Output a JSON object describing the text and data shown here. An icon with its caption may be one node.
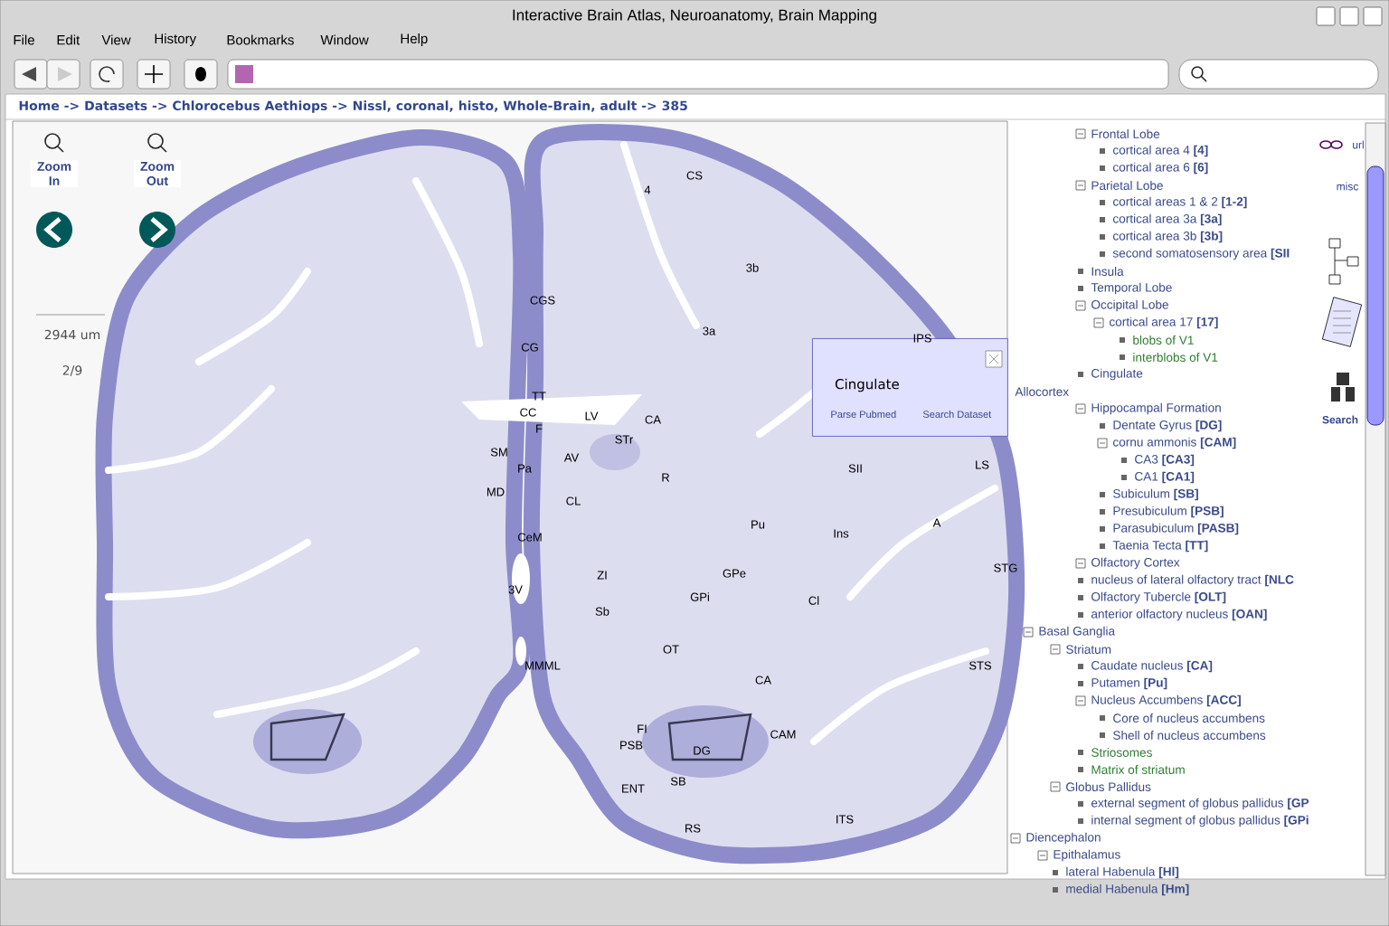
{
  "diagram": {
    "nodes": [
      {
        "text": [
          "Cingulate",
          "Parse Pubmed",
          "Search Dataset"
        ]
      }
    ],
    "labels": [
      "Interactive Brain Atlas, Neuroanatomy, Brain Mapping",
      "File",
      "Edit",
      "View",
      "History",
      "Bookmarks",
      "Window",
      "Help",
      "Home -> Datasets -> Chlorocebus Aethiops -> Nissl, coronal, histo, Whole-Brain, adult -> 385",
      "Zoom In",
      "Zoom Out",
      "2944 um",
      "2/9",
      "4",
      "CS",
      "3b",
      "CGS",
      "3a",
      "CG",
      "IPS",
      "TT",
      "CC",
      "LV",
      "CA",
      "F",
      "STr",
      "SM",
      "Pa",
      "AV",
      "R",
      "MD",
      "CL",
      "SII",
      "LS",
      "Pu",
      "Ins",
      "A",
      "CeM",
      "ZI",
      "GPe",
      "STG",
      "3V",
      "GPi",
      "Sb",
      "Cl",
      "OT",
      "MMML",
      "STS",
      "CA",
      "CAM",
      "FI",
      "PSB",
      "DG",
      "SB",
      "ENT",
      "RS",
      "ITS",
      "Frontal Lobe",
      "cortical area 4 **[4]**",
      "cortical area 6 **[6]**",
      "Parietal Lobe",
      "cortical areas 1 & 2 **[1-2]**",
      "cortical area 3a **[3a]**",
      "cortical area 3b **[3b]**",
      "second somatosensory area **[SII**",
      "Insula",
      "Temporal Lobe",
      "Occipital Lobe",
      "cortical area 17 **[17]**",
      "blobs of V1",
      "interblobs of V1",
      "Cingulate",
      "Allocortex",
      "Hippocampal Formation",
      "Dentate Gyrus **[DG]**",
      "cornu ammonis **[CAM]**",
      "CA3 **[CA3]**",
      "CA1 **[CA1]**",
      "Subiculum **[SB]**",
      "Presubiculum **[PSB]**",
      "Parasubiculum **[PASB]**",
      "Taenia Tecta **[TT]**",
      "Olfactory Cortex",
      "nucleus of lateral olfactory tract **[NLC**",
      "Olfactory Tubercle **[OLT]**",
      "anterior olfactory nucleus **[OAN]**",
      "Basal Ganglia",
      "Striatum",
      "Caudate nucleus **[CA]**",
      "Putamen **[Pu]**",
      "Nucleus Accumbens **[ACC]**",
      "Core of nucleus accumbens",
      "Shell of nucleus accumbens",
      "Striosomes",
      "Matrix of striatum",
      "Globus Pallidus",
      "external segment of globus pallidus **[GP**",
      "internal segment of globus pallidus **[GPi**",
      "Diencephalon",
      "Epithalamus",
      "lateral Habenula **[Hl]**",
      "medial Habenula **[Hm]**",
      "url",
      "misc",
      "Search"
    ]
  }
}
